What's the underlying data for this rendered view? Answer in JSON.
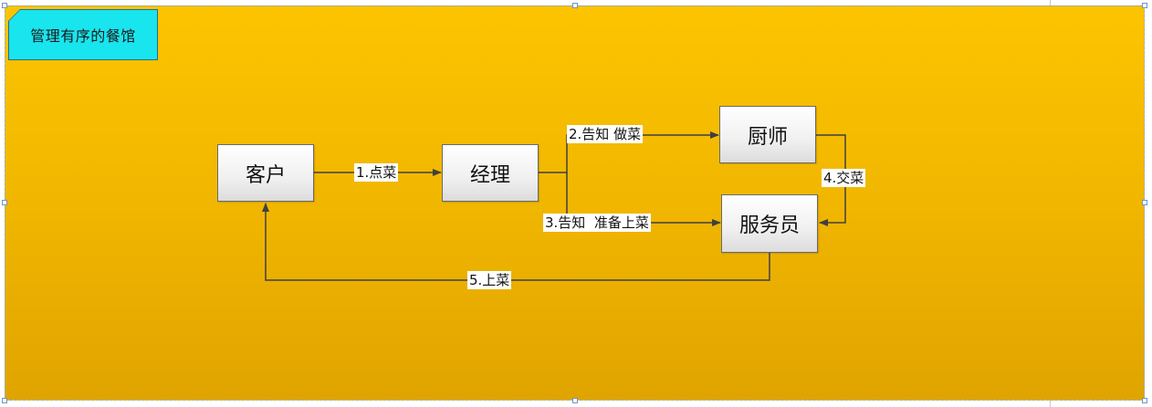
{
  "title": "管理有序的餐馆",
  "nodes": {
    "customer": "客户",
    "manager": "经理",
    "chef": "厨师",
    "waiter": "服务员"
  },
  "edges": {
    "order": "1.点菜",
    "notify_cook": "2.告知 做菜",
    "notify_serve": "3.告知  准备上菜",
    "hand_over": "4.交菜",
    "serve": "5.上菜"
  },
  "colors": {
    "background": "#f6bc00",
    "title_fill": "#19e5ee",
    "node_fill": "#f0f0f0",
    "line": "#404040"
  }
}
